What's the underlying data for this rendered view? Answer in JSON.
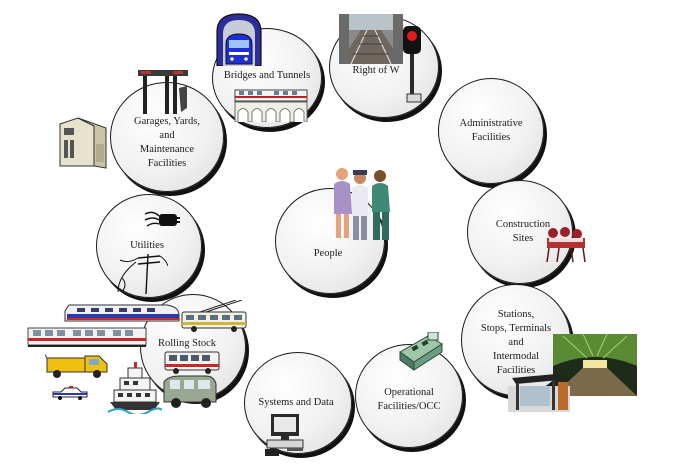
{
  "nodes": {
    "bridges": "Bridges and Tunnels",
    "right_of_way": "Right of W",
    "garages": "Garages, Yards,\nand\nMaintenance\nFacilities",
    "administrative": "Administrative\nFacilities",
    "utilities": "Utilities",
    "people": "People",
    "construction": "Construction\nSites",
    "stations": "Stations,\nStops, Terminals\nand\nIntermodal\nFacilities",
    "rolling_stock": "Rolling Stock",
    "operational": "Operational\nFacilities/OCC",
    "systems": "Systems and Data"
  },
  "colors": {
    "circle_fill": "#f1f1f1",
    "circle_border": "#1a1a1a",
    "circle_shadow": "#111111"
  },
  "icons": [
    "tunnel-train-icon",
    "bridge-train-icon",
    "railway-track-icon",
    "rail-signal-icon",
    "gantry-crane-icon",
    "industrial-building-icon",
    "utility-plug-icon",
    "power-pole-icon",
    "people-group-icon",
    "construction-crew-icon",
    "subway-station-photo",
    "bus-shelter-icon",
    "light-rail-train-icon",
    "commuter-train-icon",
    "trolley-bus-icon",
    "tow-truck-icon",
    "ferry-boat-icon",
    "city-bus-icon",
    "van-icon",
    "police-car-icon",
    "control-console-icon",
    "computer-icon"
  ]
}
